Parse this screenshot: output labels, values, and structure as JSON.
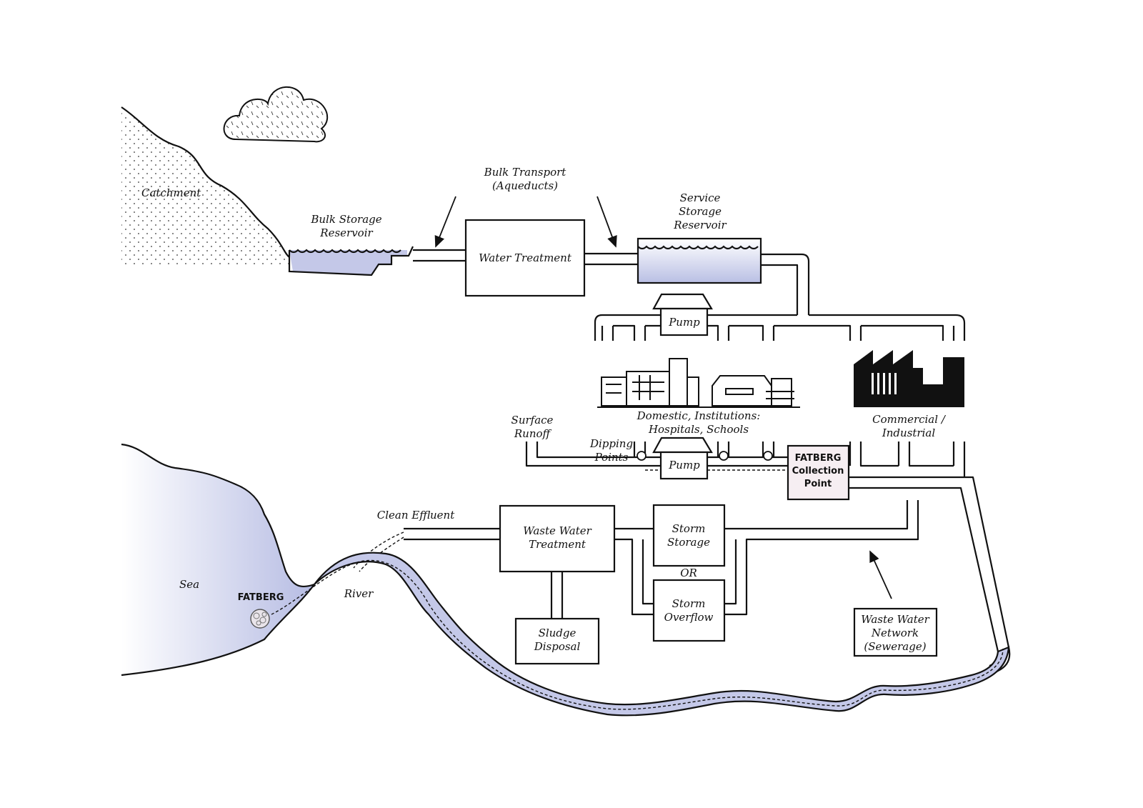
{
  "labels": {
    "catchment": "Catchment",
    "bulk_storage": [
      "Bulk Storage",
      "Reservoir"
    ],
    "bulk_transport": [
      "Bulk Transport",
      "(Aqueducts)"
    ],
    "water_treatment": "Water Treatment",
    "service_storage": [
      "Service",
      "Storage",
      "Reservoir"
    ],
    "pump_top": "Pump",
    "pump_bottom": "Pump",
    "domestic": [
      "Domestic, Institutions:",
      "Hospitals, Schools"
    ],
    "commercial": [
      "Commercial /",
      "Industrial"
    ],
    "surface_runoff": [
      "Surface",
      "Runoff"
    ],
    "dipping_points": [
      "Dipping",
      "Points"
    ],
    "fatberg_collection": [
      "FATBERG",
      "Collection",
      "Point"
    ],
    "clean_effluent": "Clean Effluent",
    "waste_water_treatment": [
      "Waste Water",
      "Treatment"
    ],
    "storm_storage": [
      "Storm",
      "Storage"
    ],
    "or": "OR",
    "storm_overflow": [
      "Storm",
      "Overflow"
    ],
    "sludge_disposal": [
      "Sludge",
      "Disposal"
    ],
    "waste_water_network": [
      "Waste Water",
      "Network",
      "(Sewerage)"
    ],
    "sea": "Sea",
    "fatberg": "FATBERG",
    "river": "River"
  },
  "colors": {
    "water": "#c4c8e8",
    "water_light": "#eef0fa",
    "fatberg_box": "#f6eef2",
    "ink": "#111111"
  }
}
